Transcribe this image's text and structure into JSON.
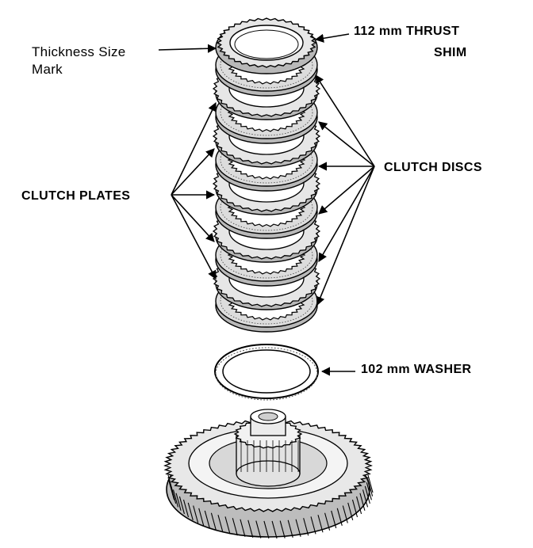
{
  "diagram": {
    "labels": {
      "thickness_line1": "Thickness Size",
      "thickness_line2": "Mark",
      "thrust_line1": "112 mm THRUST",
      "thrust_line2": "SHIM",
      "clutch_plates": "CLUTCH PLATES",
      "clutch_discs": "CLUTCH DISCS",
      "washer": "102 mm WASHER"
    },
    "colors": {
      "ink": "#000000",
      "paper": "#ffffff",
      "part_fill": "#e6e6e6",
      "part_shade": "#b8b8b8"
    }
  }
}
